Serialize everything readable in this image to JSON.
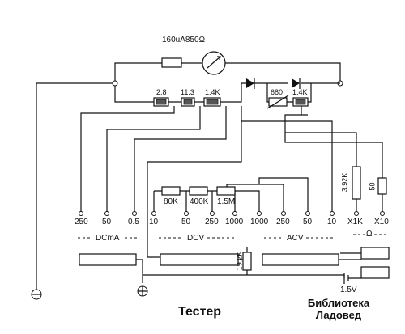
{
  "meter": {
    "rating": "160uA850Ω"
  },
  "resistors": {
    "r_2_8": "2.8",
    "r_11_3": "11.3",
    "r_1_4k_a": "1.4K",
    "r_680": "680",
    "r_1_4k_b": "1.4K",
    "r_80k": "80K",
    "r_400k": "400K",
    "r_1_5m": "1.5M",
    "r_3_92k": "3.92K",
    "r_50": "50",
    "r_19_2k": "19.2K"
  },
  "terminals": {
    "dcma": [
      "250",
      "50",
      "0.5"
    ],
    "dcv": [
      "10",
      "50",
      "250",
      "1000"
    ],
    "acv": [
      "1000",
      "250",
      "50",
      "10"
    ],
    "ohm": [
      "X1K",
      "X10"
    ]
  },
  "groups": {
    "dcma": "DCmA",
    "dcv": "DCV",
    "acv": "ACV",
    "ohm": "Ω"
  },
  "battery": "1.5V",
  "title": "Тестер",
  "credit": [
    "Библиотека",
    "Ладовед"
  ]
}
